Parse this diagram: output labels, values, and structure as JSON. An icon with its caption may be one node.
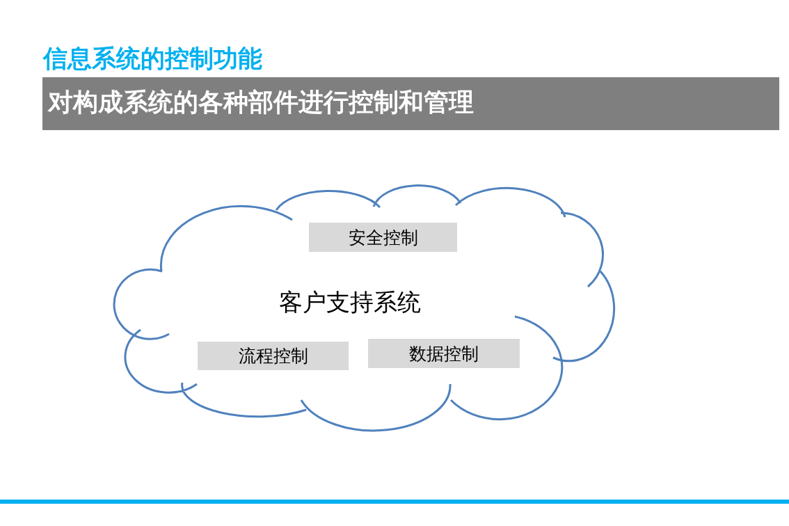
{
  "diagram": {
    "title": "信息系统的控制功能",
    "nodes": [
      {
        "text": [
          "对构成系统的各种部件进行控制和管理"
        ]
      },
      {
        "text": [
          "客户支持系统"
        ]
      },
      {
        "text": [
          "安全控制"
        ],
        "in": 1
      },
      {
        "text": [
          "流程控制"
        ],
        "in": 1
      },
      {
        "text": [
          "数据控制"
        ],
        "in": 1
      }
    ]
  }
}
